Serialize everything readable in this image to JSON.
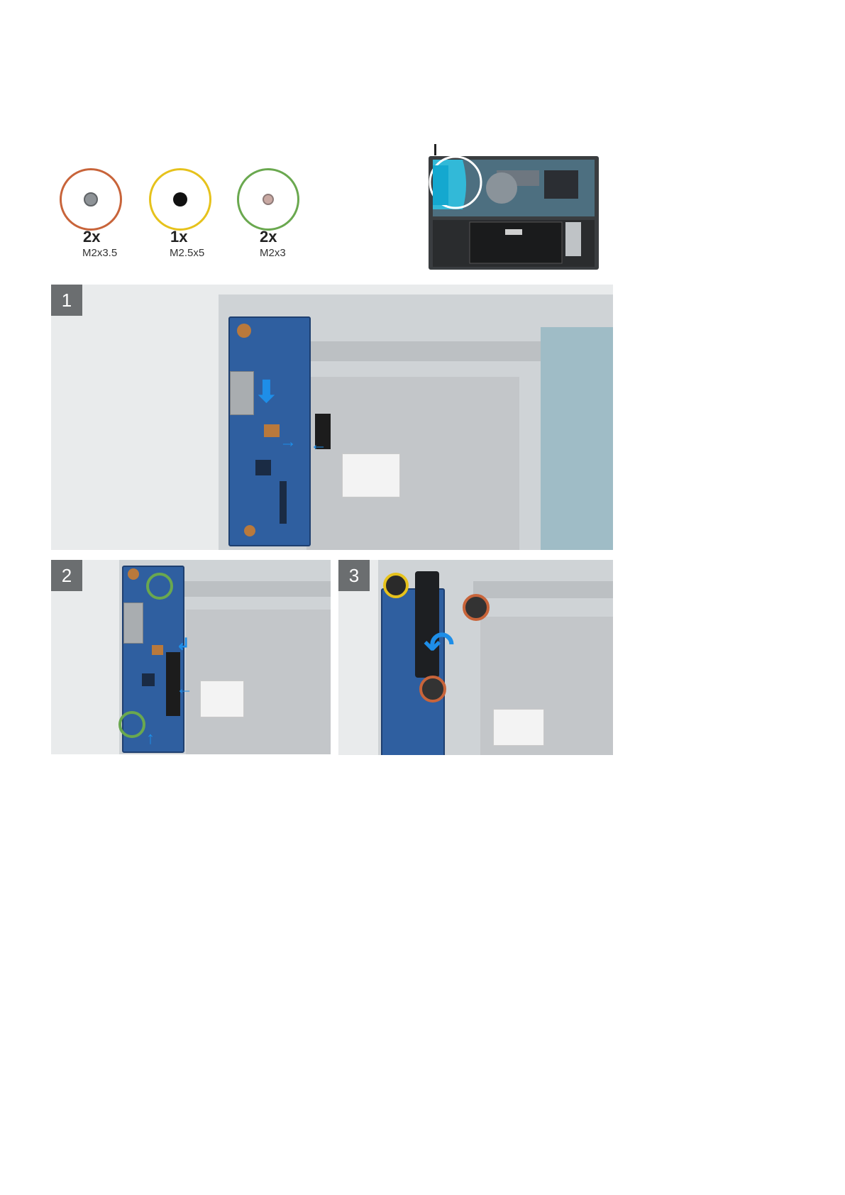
{
  "screws": [
    {
      "qty": "2x",
      "size": "M2x3.5",
      "color": "#c8643a"
    },
    {
      "qty": "1x",
      "size": "M2.5x5",
      "color": "#e6c21c"
    },
    {
      "qty": "2x",
      "size": "M2x3",
      "color": "#6aa84f"
    }
  ],
  "steps": [
    {
      "number": "1"
    },
    {
      "number": "2"
    },
    {
      "number": "3"
    }
  ],
  "colors": {
    "step_badge": "#6b6e70",
    "arrow": "#1e8ee8",
    "board": "#2f5fa0"
  }
}
